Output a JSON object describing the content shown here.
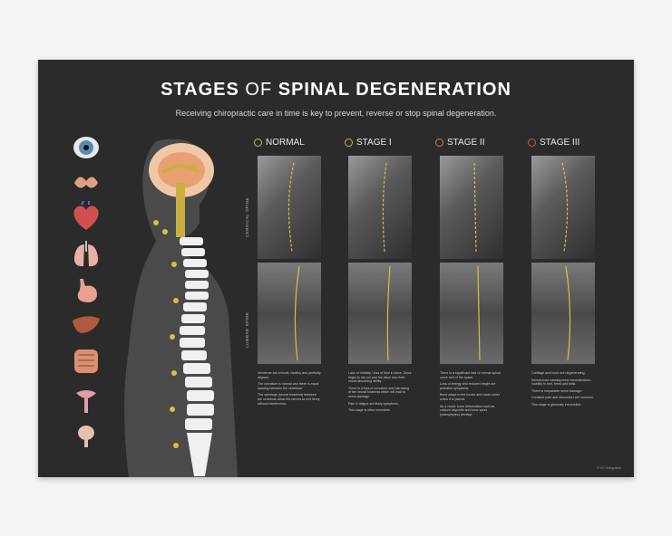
{
  "poster": {
    "title_part1": "STAGES",
    "title_of": "OF",
    "title_part2": "SPINAL DEGENERATION",
    "subtitle": "Receiving chiropractic care in time is key to prevent, reverse or stop spinal degeneration.",
    "row_labels": {
      "cervical": "CERVICAL SPINE",
      "lumbar": "LUMBAR SPINE"
    },
    "stages": [
      {
        "label": "NORMAL",
        "color": "#c9b84a",
        "desc": [
          "Vertebrae are smooth, healthy and perfectly aligned.",
          "The curvature is normal and there is equal spacing between the vertebrae.",
          "The openings (neural foramina) between the vertebrae allow the nerves to exit freely without interference."
        ]
      },
      {
        "label": "STAGE I",
        "color": "#c9b84a",
        "desc": [
          "Lack of mobility / loss of fluid in discs. Discs begin to dry out and the discs lose their shock absorbing ability.",
          "There is a loss of curvature and narrowing of the neural foramina which will lead to nerve damage.",
          "Pain & fatigue are likely symptoms.",
          "This stage is often reversible."
        ]
      },
      {
        "label": "STAGE II",
        "color": "#d07a4a",
        "desc": [
          "There is a significant loss of normal spinal curve and of the space.",
          "Loss of energy and reduced height are probable symptoms.",
          "Bone adapt to the forces and loads under which it is placed.",
          "As a result, bone deformation such as calcium deposits and bone spurs (osteophytes) develop."
        ]
      },
      {
        "label": "STAGE III",
        "color": "#d05a4a",
        "desc": [
          "Cartilage and bone are degenerating.",
          "Nerves fuse causing bone mineralization - inability to turn, bend and twist.",
          "There is irreparable nerve damage.",
          "Constant pain and discomfort are common.",
          "This stage is generally irreversible."
        ]
      }
    ],
    "footer": "© VCI Integrative"
  },
  "organs": [
    "eye-icon",
    "thyroid-icon",
    "heart-icon",
    "lungs-icon",
    "stomach-icon",
    "liver-icon",
    "intestine-icon",
    "reproductive-icon"
  ]
}
